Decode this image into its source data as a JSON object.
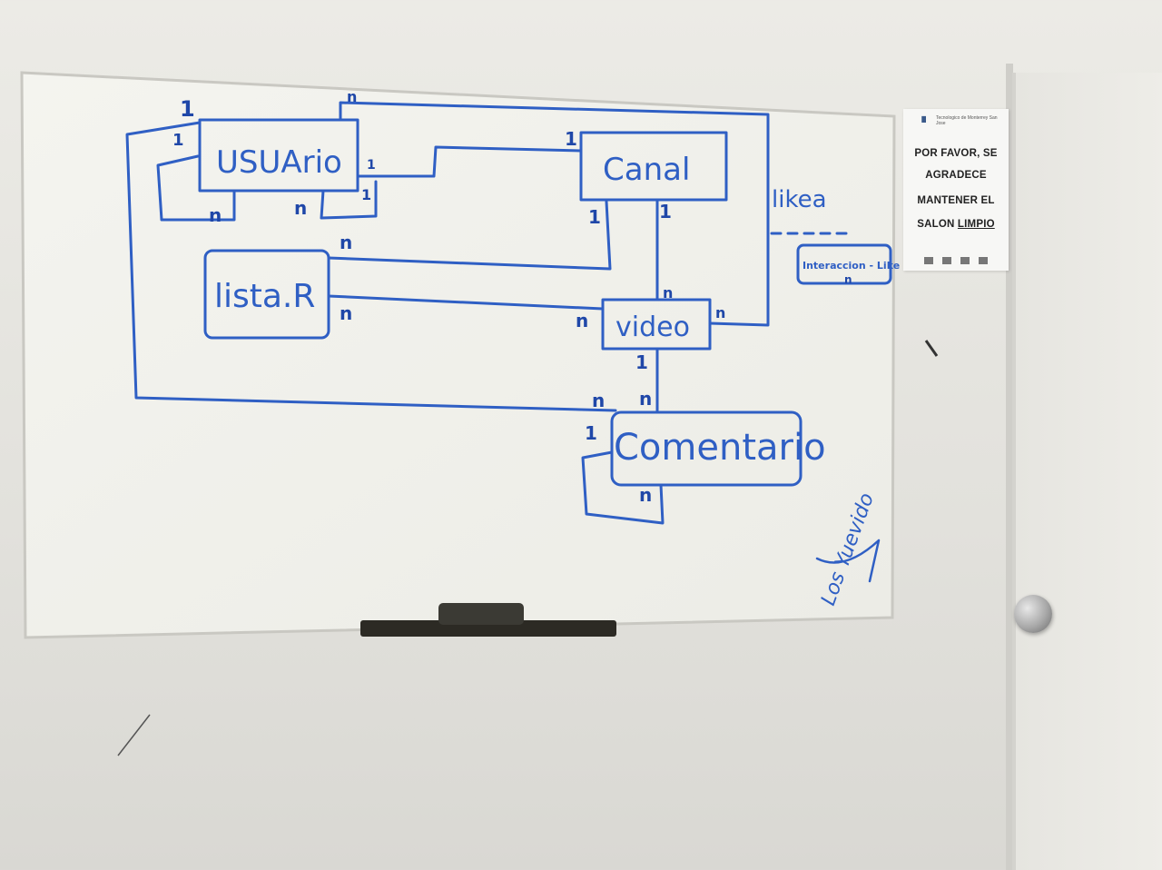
{
  "whiteboard": {
    "entities": {
      "usuario": "USUArio",
      "canal": "Canal",
      "lista": "lista.R",
      "video": "video",
      "comentario": "Comentario",
      "interaccion": "Interaccion - Like"
    },
    "relationship_label": "likea",
    "cardinalities": {
      "c1": "1",
      "c2": "n",
      "c3": "1",
      "c4": "1",
      "c5": "1",
      "c6": "n",
      "c7": "n",
      "c8": "1",
      "c9": "1",
      "c10": "1",
      "c11": "n",
      "c12": "n",
      "c13": "n",
      "c14": "n",
      "c15": "n",
      "c16": "1",
      "c17": "n",
      "c18": "n",
      "c19": "1",
      "c20": "n",
      "c21": "n"
    },
    "signature": "Los Yuevido"
  },
  "sign": {
    "org": "Tecnologico de Monterrey San Jose",
    "line1": "POR FAVOR, SE",
    "line2": "AGRADECE",
    "line3": "MANTENER EL",
    "line4_prefix": "SALON ",
    "line4_underlined": "LIMPIO"
  },
  "colors": {
    "marker": "#2f5fc4",
    "board": "#f2f2ec",
    "wall": "#e6e5e0"
  }
}
